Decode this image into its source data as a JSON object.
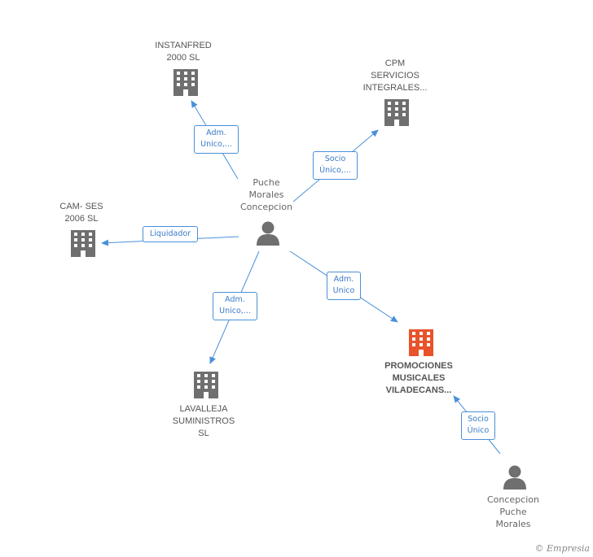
{
  "nodes": {
    "center_person": {
      "label": "Puche\nMorales\nConcepcion",
      "type": "person"
    },
    "instanfred": {
      "label": "INSTANFRED\n2000  SL",
      "type": "company"
    },
    "cpm": {
      "label": "CPM\nSERVICIOS\nINTEGRALES...",
      "type": "company"
    },
    "cam_ses": {
      "label": "CAM- SES\n2006 SL",
      "type": "company"
    },
    "lavalleja": {
      "label": "LAVALLEJA\nSUMINISTROS\nSL",
      "type": "company"
    },
    "promociones": {
      "label": "PROMOCIONES\nMUSICALES\nVILADECANS...",
      "type": "company",
      "highlight": true
    },
    "concepcion": {
      "label": "Concepcion\nPuche\nMorales",
      "type": "person"
    }
  },
  "edges": {
    "to_instanfred": "Adm.\nUnico,...",
    "to_cpm": "Socio\nÚnico,...",
    "to_cam_ses": "Liquidador",
    "to_lavalleja": "Adm.\nUnico,...",
    "to_promociones": "Adm.\nUnico",
    "concepcion_to_promociones": "Socio\nÚnico"
  },
  "colors": {
    "edge": "#4a90d9",
    "company": "#6f6f6f",
    "company_highlight": "#e8532b",
    "person": "#6f6f6f"
  },
  "brand": {
    "symbol": "©",
    "name": "Empresia"
  }
}
